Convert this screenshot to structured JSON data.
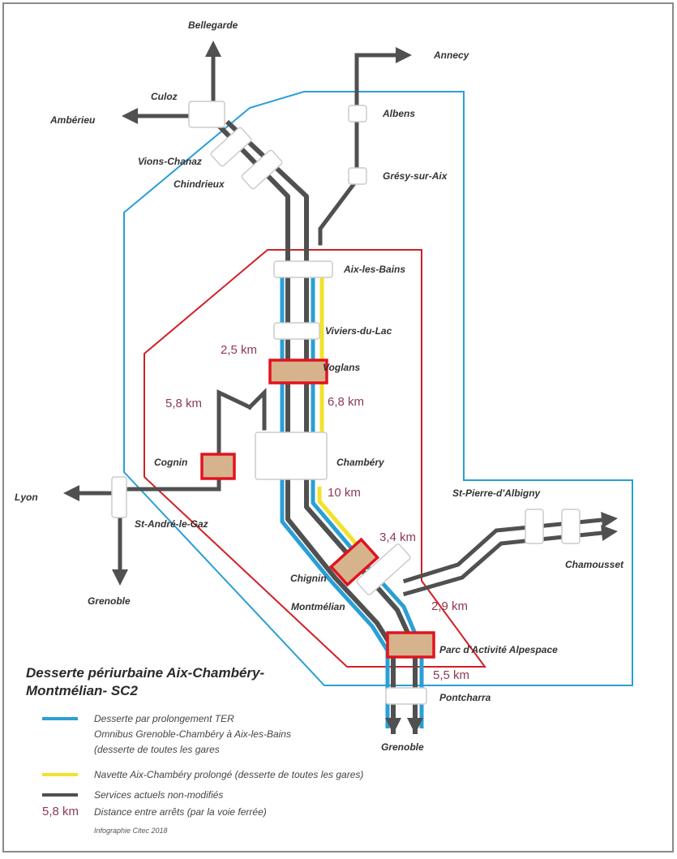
{
  "colors": {
    "frame": "#8a8a8a",
    "ter_extension": "#2a9fd6",
    "shuttle": "#f2e22a",
    "existing": "#505050",
    "zone_red": "#d21f26",
    "new_stop_fill": "#d6b38d",
    "distance_text": "#8c3a52"
  },
  "stations": {
    "bellegarde": "Bellegarde",
    "annecy": "Annecy",
    "culoz": "Culoz",
    "amberieu": "Ambérieu",
    "albens": "Albens",
    "vions_chanaz": "Vions-Chanaz",
    "chindrieux": "Chindrieux",
    "gresy_sur_aix": "Grésy-sur-Aix",
    "aix_les_bains": "Aix-les-Bains",
    "viviers_du_lac": "Viviers-du-Lac",
    "voglans": "Voglans",
    "cognin": "Cognin",
    "chambery": "Chambéry",
    "lyon": "Lyon",
    "st_andre_le_gaz": "St-André-le-Gaz",
    "st_pierre_dalbigny": "St-Pierre-d'Albigny",
    "chamousset": "Chamousset",
    "chignin": "Chignin",
    "montmelian": "Montmélian",
    "grenoble_west": "Grenoble",
    "parc_alpespace": "Parc d'Activité Alpespace",
    "pontcharra": "Pontcharra",
    "grenoble_south": "Grenoble"
  },
  "distances": {
    "d1": "2,5 km",
    "d2": "6,8 km",
    "d3": "5,8 km",
    "d4": "10 km",
    "d5": "3,4 km",
    "d6": "2,9 km",
    "d7": "5,5 km"
  },
  "legend": {
    "title_line1": "Desserte périurbaine Aix-Chambéry-",
    "title_line2": "Montmélian- SC2",
    "blue_line1": "Desserte par prolongement TER",
    "blue_line2": "Omnibus Grenoble-Chambéry à Aix-les-Bains",
    "blue_line3": "(desserte de toutes les gares",
    "yellow": "Navette Aix-Chambéry prolongé (desserte de toutes les gares)",
    "grey": "Services actuels non-modifiés",
    "distance_sample": "5,8 km",
    "distance_desc": "Distance entre arrêts (par la voie ferrée)",
    "credit": "Infographie Citec 2018"
  }
}
